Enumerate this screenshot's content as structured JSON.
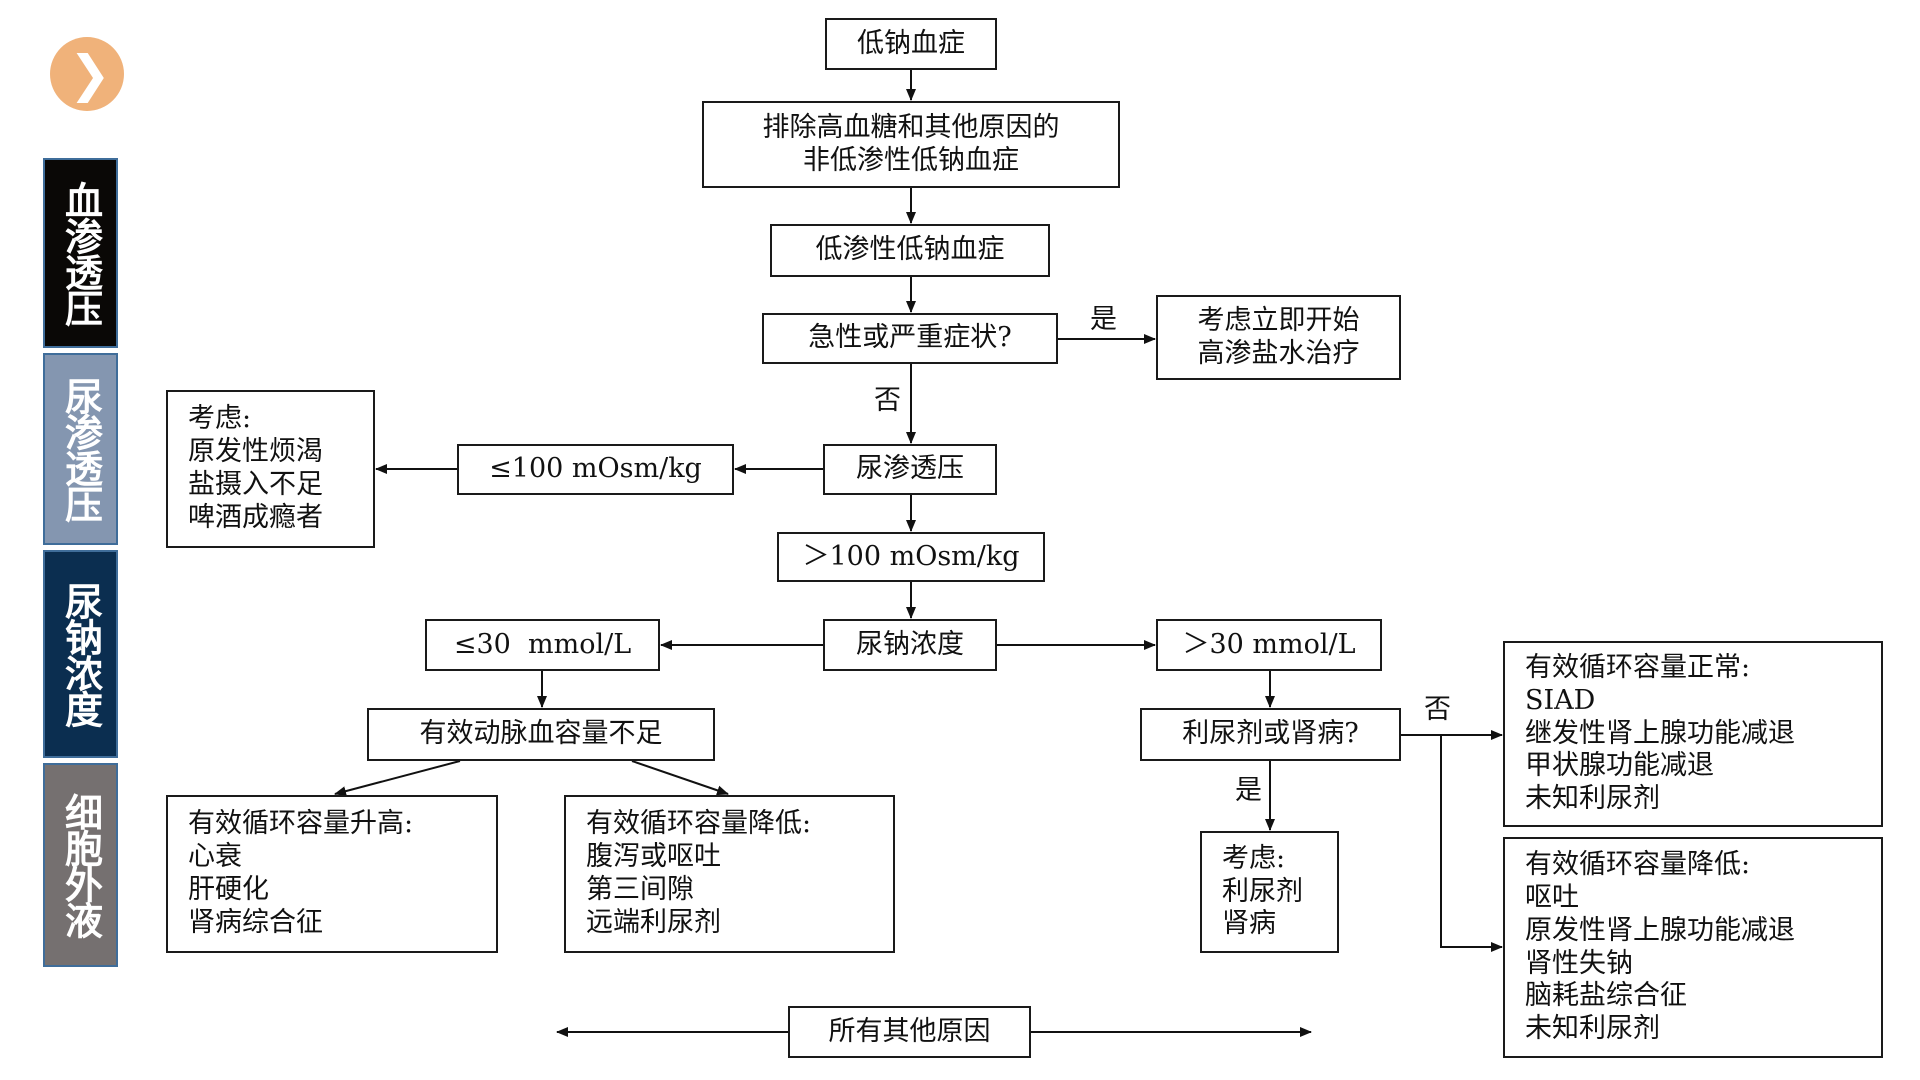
{
  "sidebar": {
    "nav_icon": "chevron-right-icon",
    "nav_glyph": "❯",
    "tabs": [
      {
        "label": "血渗透压",
        "bg": "#0a0806",
        "active": true
      },
      {
        "label": "尿渗透压",
        "bg": "#8496b0",
        "active": false
      },
      {
        "label": "尿钠浓度",
        "bg": "#0b2e50",
        "active": false
      },
      {
        "label": "细胞外液",
        "bg": "#757070",
        "active": false
      }
    ]
  },
  "flowchart": {
    "nodes": {
      "hyponatremia": {
        "lines": [
          "低钠血症"
        ]
      },
      "exclude": {
        "lines": [
          "排除高血糖和其他原因的",
          "非低渗性低钠血症"
        ]
      },
      "hypotonic": {
        "lines": [
          "低渗性低钠血症"
        ]
      },
      "acute_question": {
        "lines": [
          "急性或严重症状?"
        ]
      },
      "hypertonic_saline": {
        "lines": [
          "考虑立即开始",
          "高渗盐水治疗"
        ]
      },
      "urine_osm": {
        "lines": [
          "尿渗透压"
        ]
      },
      "osm_le_100": {
        "lines": [
          "≤100 mOsm/kg"
        ]
      },
      "consider_left": {
        "lines": [
          "考虑:",
          "原发性烦渴",
          "盐摄入不足",
          "啤酒成瘾者"
        ]
      },
      "osm_gt_100": {
        "lines": [
          "＞100 mOsm/kg"
        ]
      },
      "urine_na": {
        "lines": [
          "尿钠浓度"
        ]
      },
      "na_le_30": {
        "lines": [
          "≤30  mmol/L"
        ]
      },
      "na_gt_30": {
        "lines": [
          "＞30 mmol/L"
        ]
      },
      "arterial_volume_low": {
        "lines": [
          "有效动脉血容量不足"
        ]
      },
      "diuretic_question": {
        "lines": [
          "利尿剂或肾病?"
        ]
      },
      "volume_high": {
        "lines": [
          "有效循环容量升高:",
          "心衰",
          "肝硬化",
          "肾病综合征"
        ]
      },
      "volume_low_left": {
        "lines": [
          "有效循环容量降低:",
          "腹泻或呕吐",
          "第三间隙",
          "远端利尿剂"
        ]
      },
      "consider_right": {
        "lines": [
          "考虑:",
          "利尿剂",
          "肾病"
        ]
      },
      "volume_normal": {
        "lines": [
          "有效循环容量正常:",
          "SIAD",
          "继发性肾上腺功能减退",
          "甲状腺功能减退",
          "未知利尿剂"
        ]
      },
      "volume_low_right": {
        "lines": [
          "有效循环容量降低:",
          "呕吐",
          "原发性肾上腺功能减退",
          "肾性失钠",
          "脑耗盐综合征",
          "未知利尿剂"
        ]
      },
      "all_other": {
        "lines": [
          "所有其他原因"
        ]
      }
    },
    "labels": {
      "yes_acute": "是",
      "no_acute": "否",
      "no_diuretic": "否",
      "yes_diuretic": "是"
    }
  }
}
